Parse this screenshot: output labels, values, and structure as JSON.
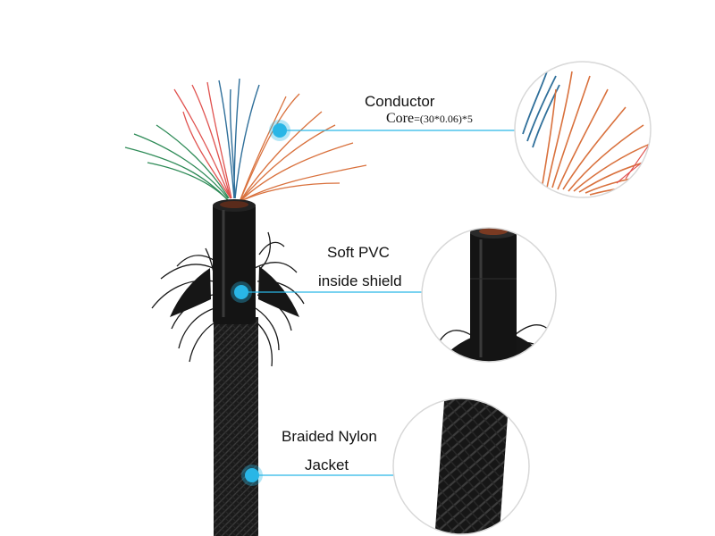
{
  "accent_color": "#29b6e6",
  "callouts": [
    {
      "title": "Conductor",
      "detail_prefix": "Core",
      "detail_formula": "=(30*0.06)*5"
    },
    {
      "title": "Soft PVC",
      "detail": "inside shield"
    },
    {
      "title": "Braided Nylon",
      "detail": "Jacket"
    }
  ],
  "colors": {
    "wire_green": "#2e8b57",
    "wire_red": "#e0524f",
    "wire_blue": "#2f6f9a",
    "wire_copper": "#d9713d",
    "jacket": "#141414"
  }
}
